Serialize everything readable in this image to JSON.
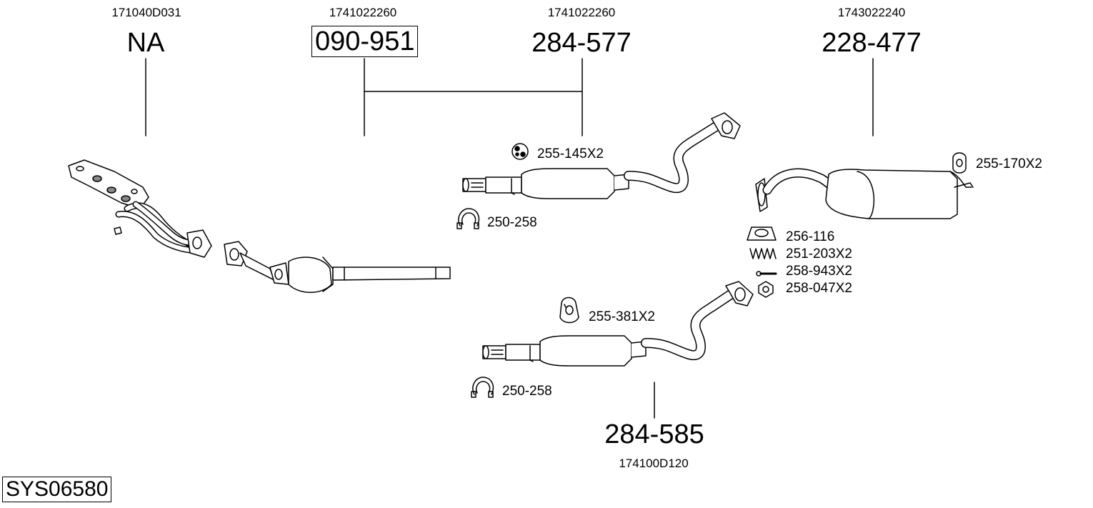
{
  "parts": {
    "manifold": {
      "oem": "171040D031",
      "number": "NA"
    },
    "front_pipe": {
      "oem": "1741022260",
      "number": "090-951"
    },
    "center_silencer": {
      "oem": "1741022260",
      "number": "284-577"
    },
    "rear_silencer": {
      "oem": "1743022240",
      "number": "228-477"
    },
    "center_silencer_alt": {
      "oem": "174100D120",
      "number": "284-585"
    }
  },
  "accessories": {
    "a1": "255-145X2",
    "a2": "250-258",
    "a3": "255-170X2",
    "a4": "256-116",
    "a5": "251-203X2",
    "a6": "258-943X2",
    "a7": "258-047X2",
    "a8": "255-381X2",
    "a9": "250-258"
  },
  "system_id": "SYS06580"
}
